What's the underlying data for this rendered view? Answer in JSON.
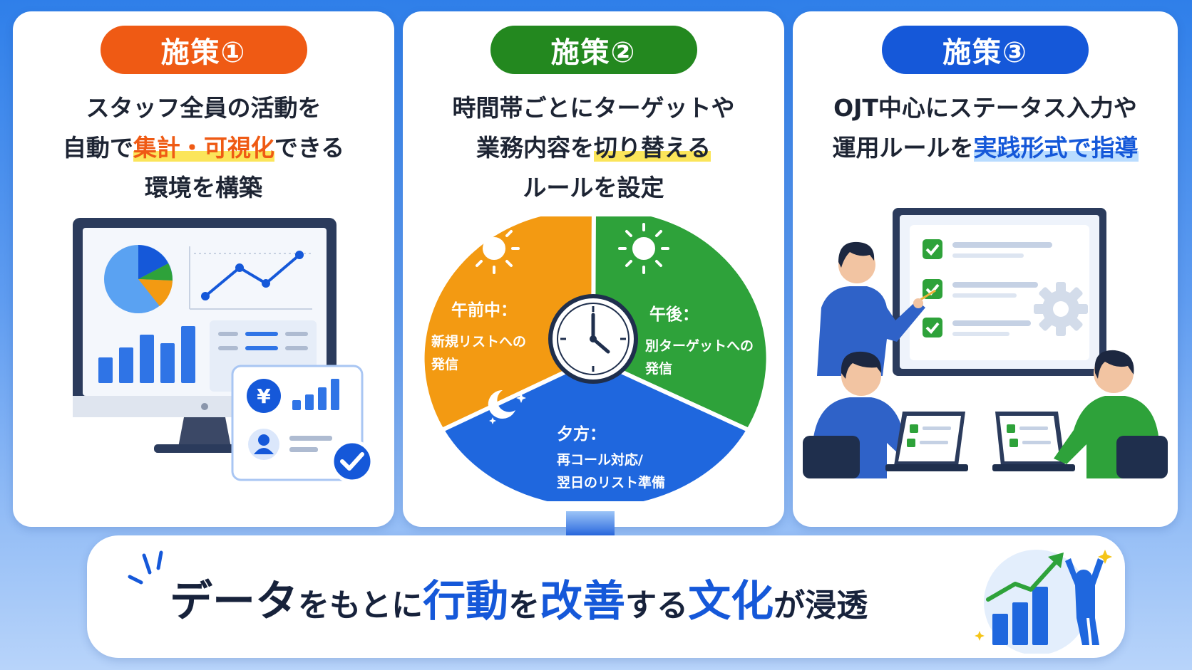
{
  "panels": [
    {
      "badge": "施策①",
      "title": {
        "line1": "スタッフ全員の活動を",
        "line2_pre": "自動で",
        "line2_hl": "集計・可視化",
        "line2_post": "できる",
        "line3": "環境を構築"
      },
      "illustration": {
        "icons": [
          "monitor-icon",
          "pie-chart-icon",
          "line-chart-icon",
          "bar-chart-icon",
          "yen-icon",
          "user-icon",
          "check-circle-icon"
        ],
        "yen_symbol": "¥"
      }
    },
    {
      "badge": "施策②",
      "title": {
        "line1": "時間帯ごとにターゲットや",
        "line2_pre": "業務内容を",
        "line2_hl": "切り替える",
        "line3": "ルールを設定"
      },
      "wheel": {
        "morning": {
          "heading": "午前中：",
          "body1": "新規リストへの",
          "body2": "発信",
          "color": "#f39a12"
        },
        "afternoon": {
          "heading": "午後：",
          "body1": "別ターゲットへの",
          "body2": "発信",
          "color": "#2ea23a"
        },
        "evening": {
          "heading": "夕方：",
          "body1": "再コール対応/",
          "body2": "翌日のリスト準備",
          "color": "#1f67de"
        },
        "icons": [
          "sun-icon",
          "sun-icon",
          "moon-icon",
          "clock-icon"
        ]
      }
    },
    {
      "badge": "施策③",
      "title": {
        "line1": "OJT中心にステータス入力や",
        "line2_pre": "運用ルールを",
        "line2_hl": "実践形式で指導"
      },
      "illustration": {
        "icons": [
          "whiteboard-icon",
          "checkbox-icon",
          "gear-icon",
          "trainer-icon",
          "trainee-icon",
          "laptop-icon"
        ]
      }
    }
  ],
  "bottom": {
    "t1": "データ",
    "t2": "をもとに",
    "t3": "行動",
    "t4": "を",
    "t5": "改善",
    "t6": "する",
    "t7": "文化",
    "t8": "が浸透",
    "icons": [
      "arrow-down-icon",
      "sparkle-icon",
      "growth-chart-icon",
      "celebrating-person-icon"
    ]
  },
  "colors": {
    "orange": "#ef5a14",
    "green": "#23881f",
    "blue": "#1558d9",
    "highlight_yellow": "#fbe55a"
  }
}
